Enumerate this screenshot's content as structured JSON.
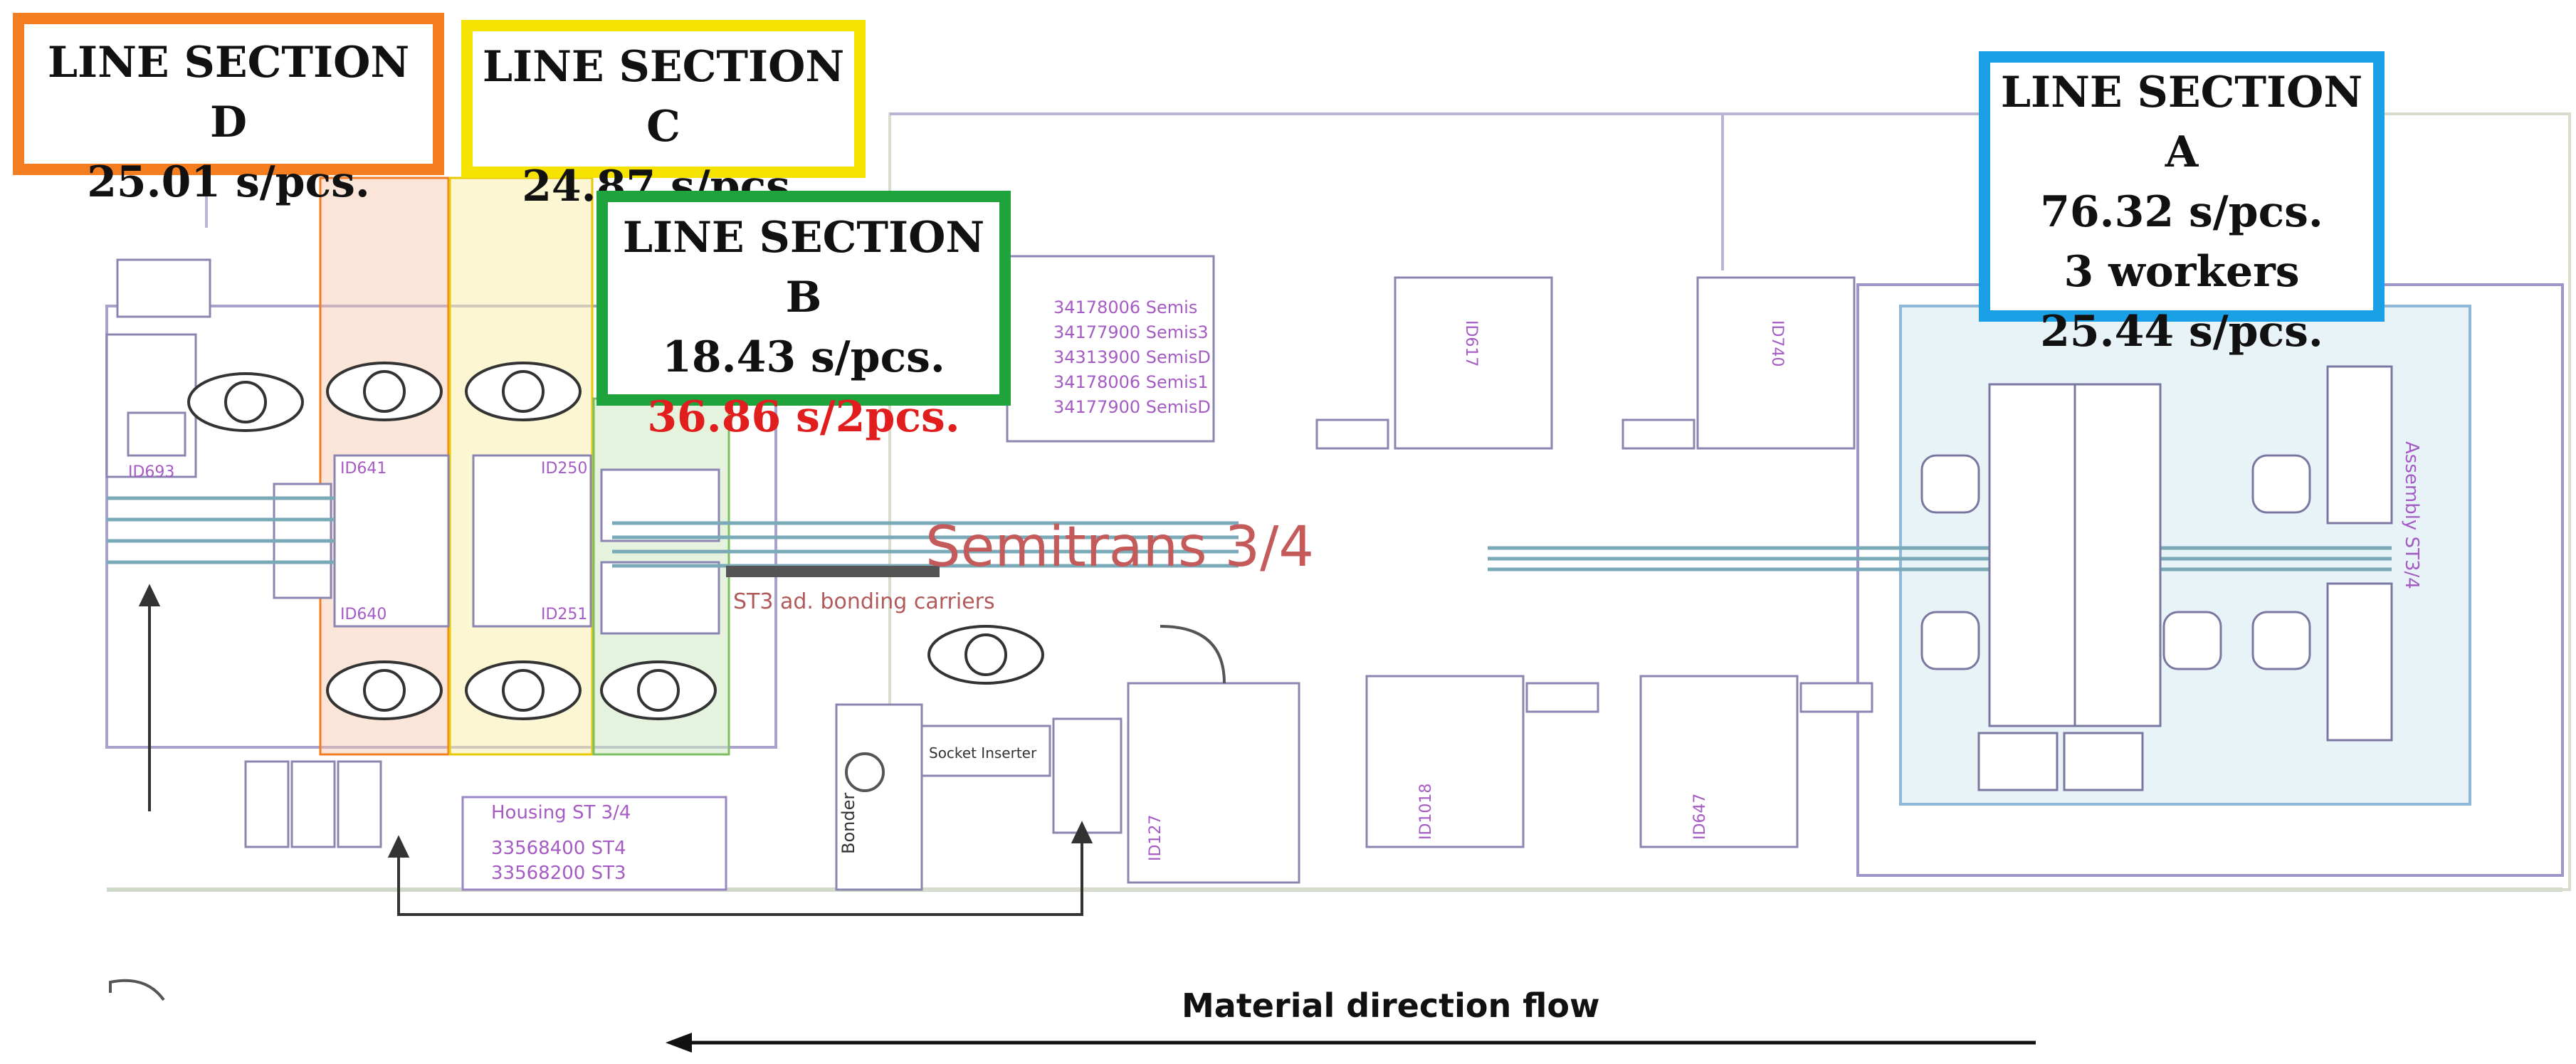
{
  "sections": {
    "d": {
      "title": "LINE SECTION D",
      "rate": "25.01 s/pcs."
    },
    "c": {
      "title": "LINE SECTION C",
      "rate": "24.87 s/pcs."
    },
    "b": {
      "title": "LINE SECTION B",
      "rate": "18.43 s/pcs.",
      "rate2": "36.86 s/2pcs."
    },
    "a": {
      "title": "LINE SECTION A",
      "rate": "76.32 s/pcs.",
      "workers": "3 workers",
      "rate_per_worker": "25.44 s/pcs."
    }
  },
  "plan": {
    "semitrans": "Semitrans 3/4",
    "bonding_carriers": "ST3 ad. bonding carriers",
    "semis_list": [
      "34178006 Semis",
      "34177900 Semis3",
      "34313900 SemisD",
      "34178006 Semis1",
      "34177900 SemisD"
    ],
    "housing_title": "Housing ST 3/4",
    "housing_st4": "33568400 ST4",
    "housing_st3": "33568200 ST3",
    "assembly": "Assembly ST3/4",
    "bonder": "Bonder",
    "socket_inserter": "Socket Inserter",
    "station_codes": [
      "ID617",
      "ID740",
      "ID1018",
      "ID647",
      "ID127",
      "ID693",
      "ID641",
      "ID640",
      "ID250",
      "ID251"
    ]
  },
  "flow_label": "Material direction flow",
  "colors": {
    "section_d": "#f47d20",
    "section_c": "#f5e200",
    "section_b": "#1fa33c",
    "section_a": "#1aa0e6",
    "semitrans": "#c45a5a",
    "annotation_red": "#e11d1d"
  }
}
